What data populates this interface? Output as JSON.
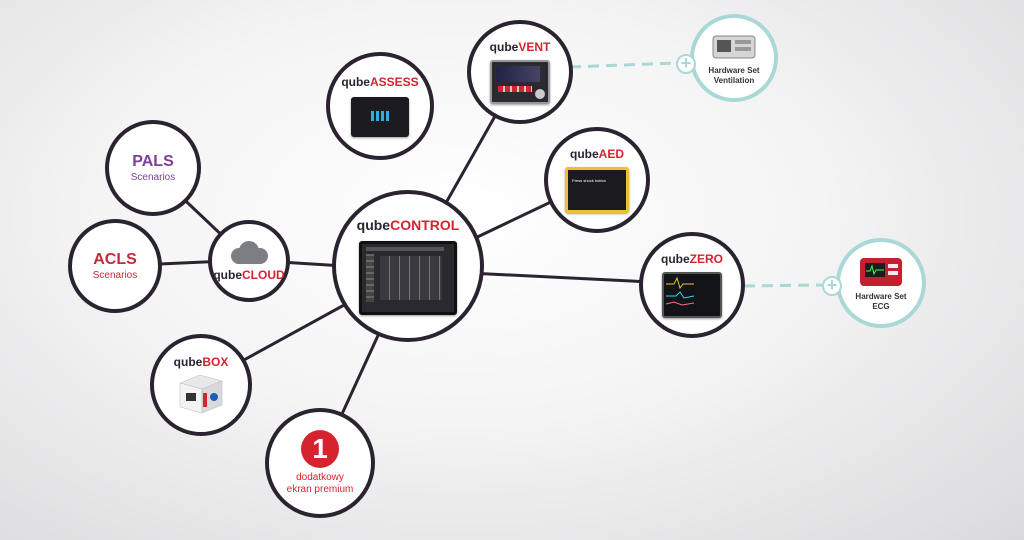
{
  "center": {
    "prefix": "qube",
    "accent": "CONTROL"
  },
  "assess": {
    "prefix": "qube",
    "accent": "ASSESS"
  },
  "vent": {
    "prefix": "qube",
    "accent": "VENT"
  },
  "aed": {
    "prefix": "qube",
    "accent": "AED",
    "screen_text": "Press shock button"
  },
  "zero": {
    "prefix": "qube",
    "accent": "ZERO"
  },
  "box": {
    "prefix": "qube",
    "accent": "BOX"
  },
  "cloud": {
    "prefix": "qube",
    "accent": "CLOUD"
  },
  "pals": {
    "title": "PALS",
    "subtitle": "Scenarios"
  },
  "acls": {
    "title": "ACLS",
    "subtitle": "Scenarios"
  },
  "premium": {
    "number": "1",
    "line1": "dodatkowy",
    "line2": "ekran premium"
  },
  "hw_vent": {
    "line1": "Hardware Set",
    "line2": "Ventilation"
  },
  "hw_ecg": {
    "line1": "Hardware Set",
    "line2": "ECG"
  },
  "colors": {
    "accent": "#d62330",
    "dark": "#2b2330",
    "teal": "#a9d8d6",
    "purple": "#7c3f98"
  }
}
